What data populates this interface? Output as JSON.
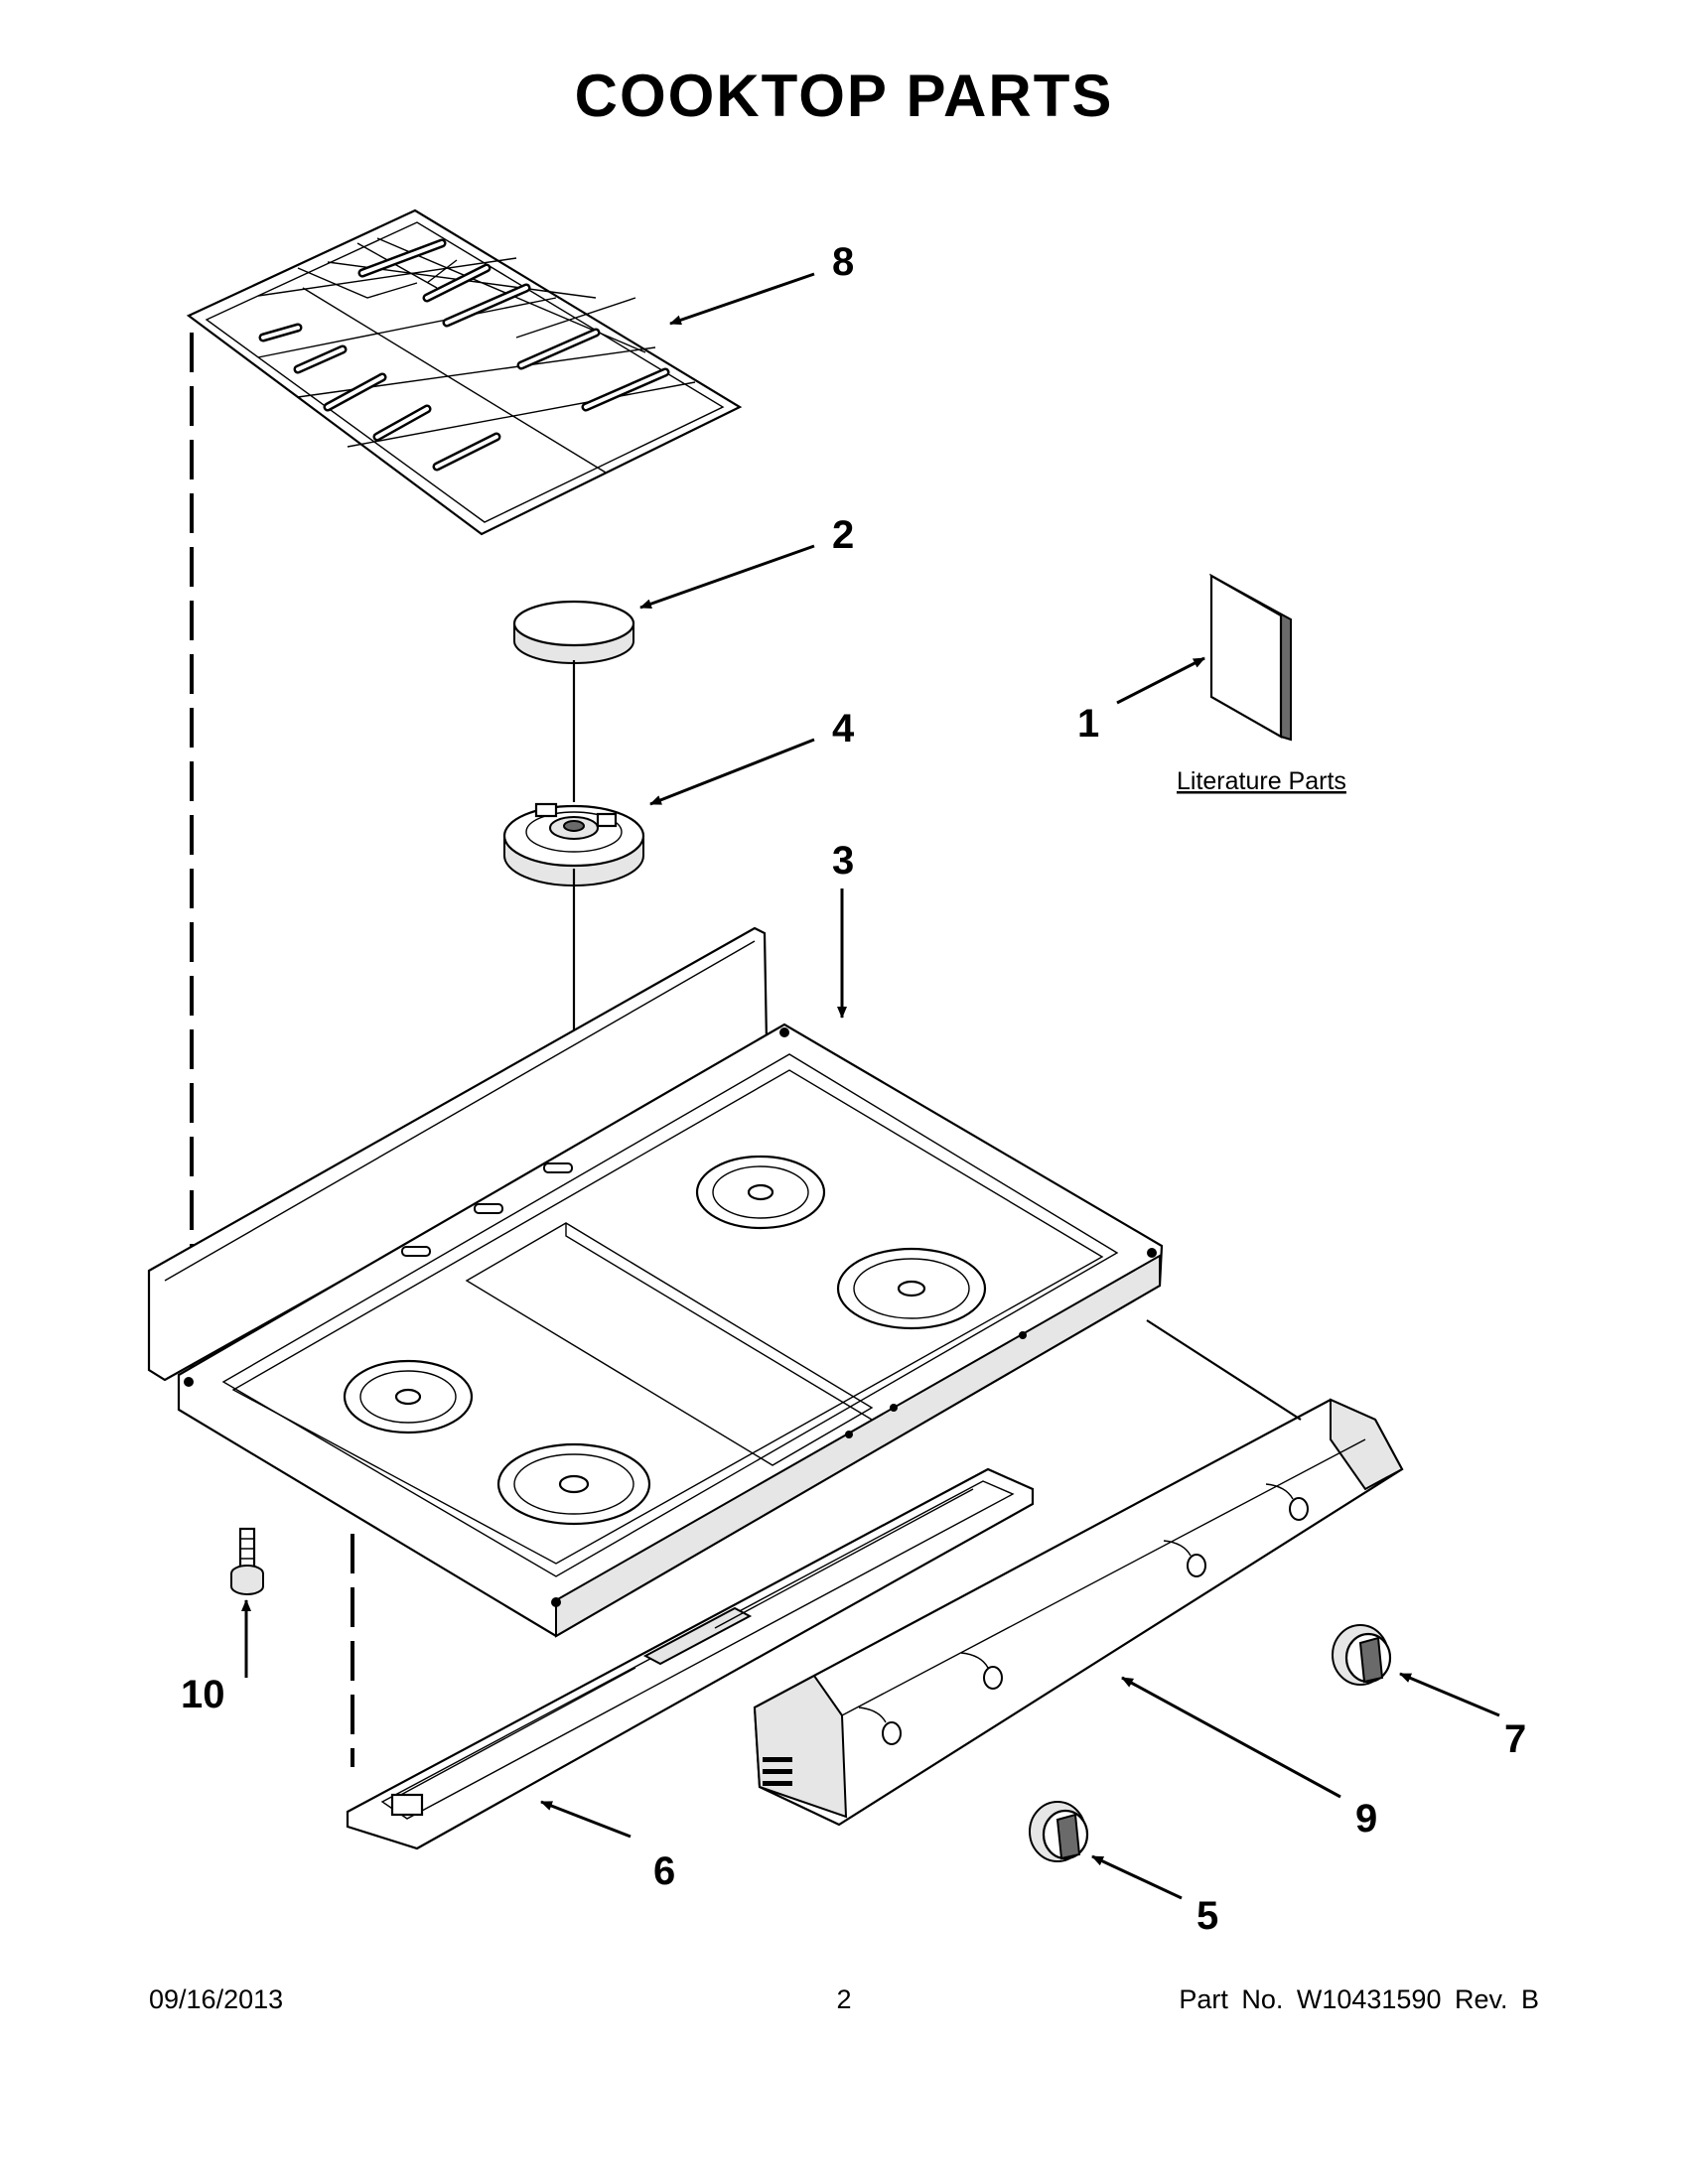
{
  "title": "COOKTOP PARTS",
  "callouts": [
    {
      "id": "1",
      "label": "1"
    },
    {
      "id": "2",
      "label": "2"
    },
    {
      "id": "3",
      "label": "3"
    },
    {
      "id": "4",
      "label": "4"
    },
    {
      "id": "5",
      "label": "5"
    },
    {
      "id": "6",
      "label": "6"
    },
    {
      "id": "7",
      "label": "7"
    },
    {
      "id": "8",
      "label": "8"
    },
    {
      "id": "9",
      "label": "9"
    },
    {
      "id": "10",
      "label": "10"
    }
  ],
  "literature_label": "Literature Parts",
  "footer": {
    "date": "09/16/2013",
    "page": "2",
    "part_number": "Part No.  W10431590  Rev.  B"
  }
}
